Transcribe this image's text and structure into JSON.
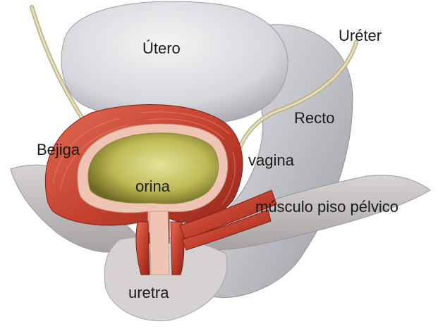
{
  "labels": {
    "utero": "Útero",
    "ureter": "Uréter",
    "recto": "Recto",
    "bejiga": "Bejiga",
    "vagina": "vagina",
    "orina": "orina",
    "musculo": "músculo piso pélvico",
    "uretra": "uretra"
  },
  "colors": {
    "background": "#ffffff",
    "uterus": "#dcdde0",
    "rectum": "#c9cace",
    "muscle_dark": "#b3362a",
    "muscle_light": "#e26a55",
    "bladder_lining": "#efc4b2",
    "urine": "#c9c865",
    "ureter": "#d8d0a8",
    "pelvic_floor": "#c7c3c3"
  }
}
